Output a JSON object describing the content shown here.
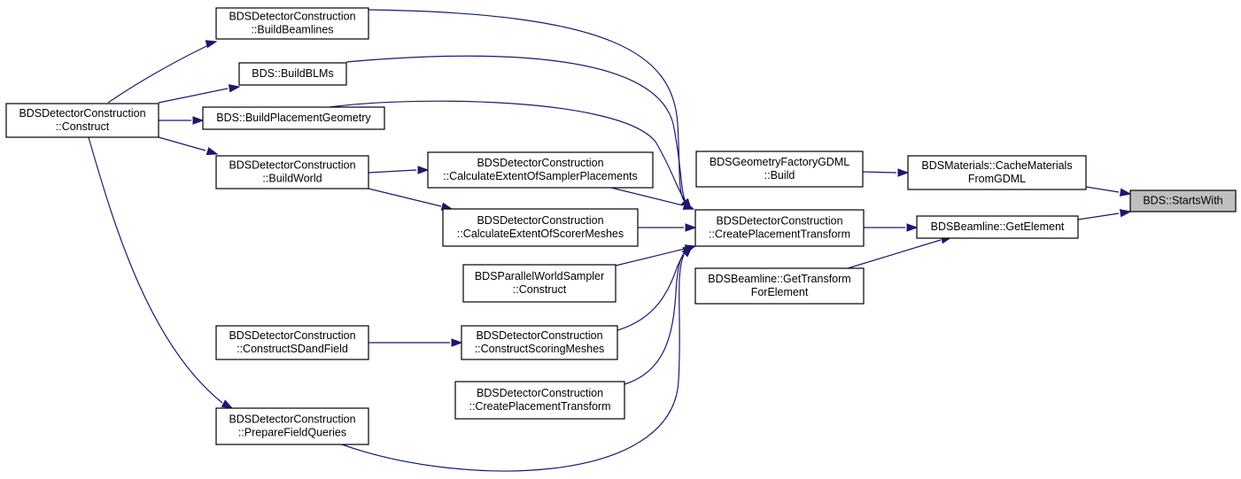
{
  "diagram": {
    "type": "call-graph",
    "nodes": [
      {
        "id": "ctor_construct",
        "name": "node-bdsdetectorconstruction-construct",
        "lines": [
          "BDSDetectorConstruction",
          "::Construct"
        ]
      },
      {
        "id": "build_beamlines",
        "name": "node-bdsdetectorconstruction-buildbeamlines",
        "lines": [
          "BDSDetectorConstruction",
          "::BuildBeamlines"
        ]
      },
      {
        "id": "build_blms",
        "name": "node-bds-buildblms",
        "lines": [
          "BDS::BuildBLMs"
        ]
      },
      {
        "id": "build_placement_geom",
        "name": "node-bds-buildplacementgeometry",
        "lines": [
          "BDS::BuildPlacementGeometry"
        ]
      },
      {
        "id": "build_world",
        "name": "node-bdsdetectorconstruction-buildworld",
        "lines": [
          "BDSDetectorConstruction",
          "::BuildWorld"
        ]
      },
      {
        "id": "construct_sdandfield",
        "name": "node-bdsdetectorconstruction-constructsdandfield",
        "lines": [
          "BDSDetectorConstruction",
          "::ConstructSDandField"
        ]
      },
      {
        "id": "prepare_field_queries",
        "name": "node-bdsdetectorconstruction-preparefieldqueries",
        "lines": [
          "BDSDetectorConstruction",
          "::PrepareFieldQueries"
        ]
      },
      {
        "id": "calc_sampler",
        "name": "node-bdsdetectorconstruction-calculateextentofsamplerplacements",
        "lines": [
          "BDSDetectorConstruction",
          "::CalculateExtentOfSamplerPlacements"
        ]
      },
      {
        "id": "calc_scorer",
        "name": "node-bdsdetectorconstruction-calculateextentofscorermeshes",
        "lines": [
          "BDSDetectorConstruction",
          "::CalculateExtentOfScorerMeshes"
        ]
      },
      {
        "id": "parallel_sampler",
        "name": "node-bdsparallelworldsampler-construct",
        "lines": [
          "BDSParallelWorldSampler",
          "::Construct"
        ]
      },
      {
        "id": "construct_scoring",
        "name": "node-bdsdetectorconstruction-constructscoringmeshes",
        "lines": [
          "BDSDetectorConstruction",
          "::ConstructScoringMeshes"
        ]
      },
      {
        "id": "create_placement_left",
        "name": "node-bdsdetectorconstruction-createplacementtransform-caller",
        "lines": [
          "BDSDetectorConstruction",
          "::CreatePlacementTransform"
        ]
      },
      {
        "id": "create_placement",
        "name": "node-bdsdetectorconstruction-createplacementtransform",
        "lines": [
          "BDSDetectorConstruction",
          "::CreatePlacementTransform"
        ]
      },
      {
        "id": "geom_gdml_build",
        "name": "node-bdsgeometryfactorygdml-build",
        "lines": [
          "BDSGeometryFactoryGDML",
          "::Build"
        ]
      },
      {
        "id": "get_transform",
        "name": "node-bdsbeamline-gettransformforelement",
        "lines": [
          "BDSBeamline::GetTransform",
          "ForElement"
        ]
      },
      {
        "id": "cache_materials",
        "name": "node-bdsmaterials-cachematerialsfromgdml",
        "lines": [
          "BDSMaterials::CacheMaterials",
          "FromGDML"
        ]
      },
      {
        "id": "get_element",
        "name": "node-bdsbeamline-getelement",
        "lines": [
          "BDSBeamline::GetElement"
        ]
      },
      {
        "id": "starts_with",
        "name": "node-bds-startswith",
        "lines": [
          "BDS::StartsWith"
        ],
        "highlight": true
      }
    ],
    "edges": [
      {
        "name": "edge-construct-to-buildbeamlines",
        "from": "ctor_construct",
        "to": "build_beamlines"
      },
      {
        "name": "edge-construct-to-buildblms",
        "from": "ctor_construct",
        "to": "build_blms"
      },
      {
        "name": "edge-construct-to-buildplacementgeometry",
        "from": "ctor_construct",
        "to": "build_placement_geom"
      },
      {
        "name": "edge-construct-to-buildworld",
        "from": "ctor_construct",
        "to": "build_world"
      },
      {
        "name": "edge-construct-to-preparefieldqueries",
        "from": "ctor_construct",
        "to": "prepare_field_queries"
      },
      {
        "name": "edge-buildworld-to-calculateextentofsamplerplacements",
        "from": "build_world",
        "to": "calc_sampler"
      },
      {
        "name": "edge-buildworld-to-calculateextentofscorermeshes",
        "from": "build_world",
        "to": "calc_scorer"
      },
      {
        "name": "edge-constructsdandfield-to-constructscoringmeshes",
        "from": "construct_sdandfield",
        "to": "construct_scoring"
      },
      {
        "name": "edge-buildbeamlines-to-createplacementtransform",
        "from": "build_beamlines",
        "to": "create_placement"
      },
      {
        "name": "edge-buildblms-to-createplacementtransform",
        "from": "build_blms",
        "to": "create_placement"
      },
      {
        "name": "edge-buildplacementgeometry-to-createplacementtransform",
        "from": "build_placement_geom",
        "to": "create_placement"
      },
      {
        "name": "edge-calculateextentofsamplerplacements-to-createplacementtransform",
        "from": "calc_sampler",
        "to": "create_placement"
      },
      {
        "name": "edge-calculateextentofscorermeshes-to-createplacementtransform",
        "from": "calc_scorer",
        "to": "create_placement"
      },
      {
        "name": "edge-parallelworldsampler-to-createplacementtransform",
        "from": "parallel_sampler",
        "to": "create_placement"
      },
      {
        "name": "edge-constructscoringmeshes-to-createplacementtransform",
        "from": "construct_scoring",
        "to": "create_placement"
      },
      {
        "name": "edge-createplacementtransform-caller-to-createplacementtransform",
        "from": "create_placement_left",
        "to": "create_placement"
      },
      {
        "name": "edge-preparefieldqueries-to-createplacementtransform",
        "from": "prepare_field_queries",
        "to": "create_placement"
      },
      {
        "name": "edge-createplacementtransform-to-getelement",
        "from": "create_placement",
        "to": "get_element"
      },
      {
        "name": "edge-gettransformforelement-to-getelement",
        "from": "get_transform",
        "to": "get_element"
      },
      {
        "name": "edge-geometryfactorygdml-build-to-cachematerials",
        "from": "geom_gdml_build",
        "to": "cache_materials"
      },
      {
        "name": "edge-cachematerials-to-startswith",
        "from": "cache_materials",
        "to": "starts_with"
      },
      {
        "name": "edge-getelement-to-startswith",
        "from": "get_element",
        "to": "starts_with"
      }
    ],
    "colors": {
      "edge": "#191970",
      "node_border": "#000000",
      "node_fill": "#ffffff",
      "highlight_fill": "#bfbfbf"
    }
  }
}
